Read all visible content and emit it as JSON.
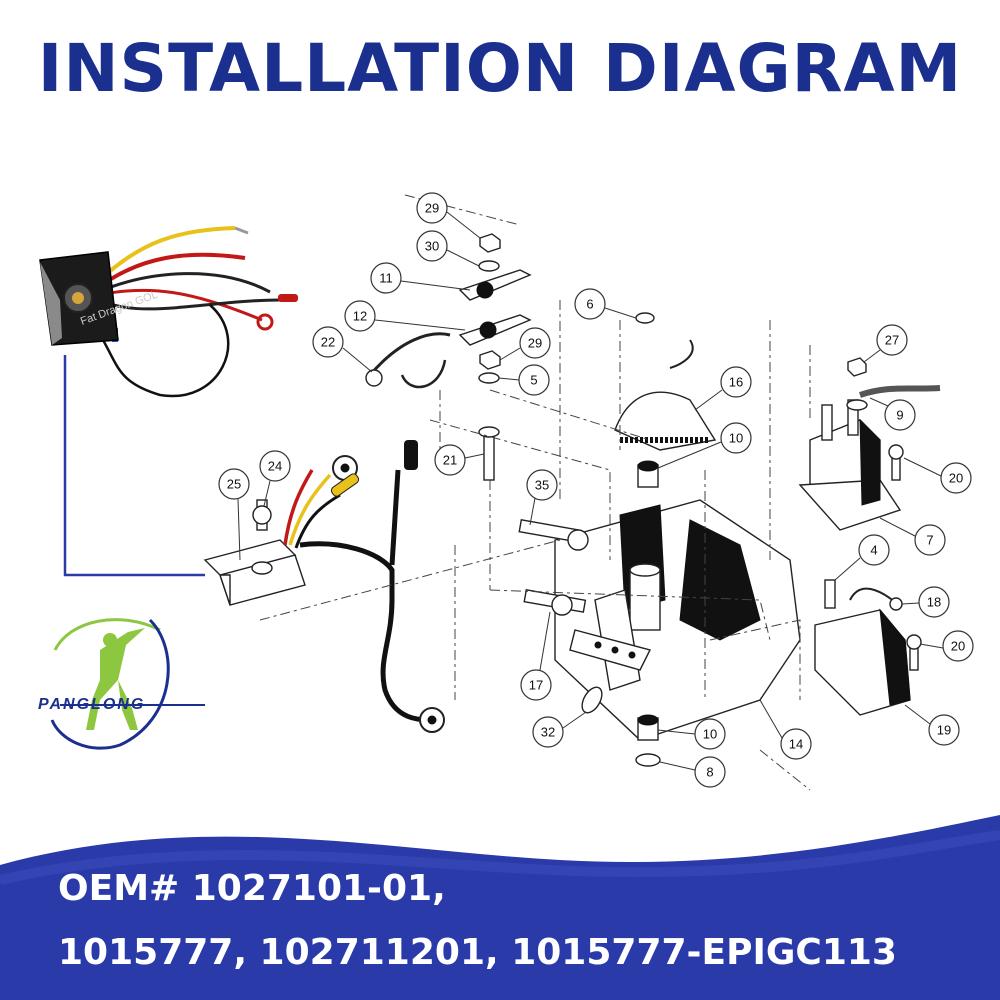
{
  "title": "INSTALLATION DIAGRAM",
  "oem_line1": "OEM# 1027101-01,",
  "oem_line2": "1015777, 102711201, 1015777-EPIGC113",
  "logo_text": "PANGLONG",
  "watermark": "Fat Dragon GOL",
  "colors": {
    "title": "#1a2f8e",
    "banner": "#2a3aa8",
    "logo_green": "#8dc63f"
  },
  "callouts": [
    "29",
    "30",
    "11",
    "12",
    "22",
    "29",
    "5",
    "6",
    "16",
    "10",
    "21",
    "35",
    "27",
    "9",
    "20",
    "7",
    "4",
    "25",
    "24",
    "18",
    "20",
    "17",
    "32",
    "10",
    "14",
    "19",
    "8"
  ]
}
